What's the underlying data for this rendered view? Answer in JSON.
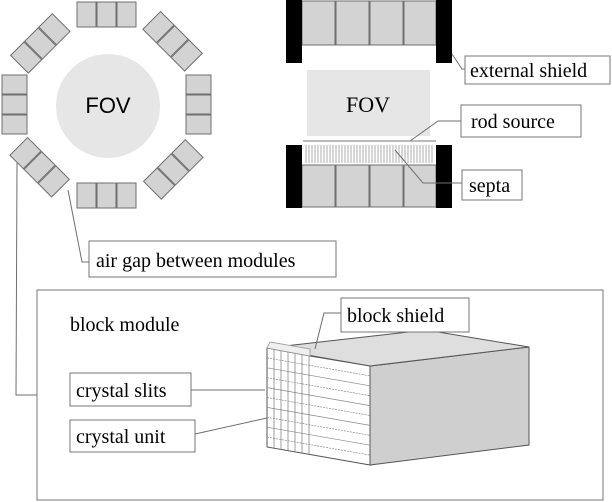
{
  "ring_view": {
    "fov_label": "FOV"
  },
  "side_view": {
    "fov_label": "FOV"
  },
  "labels": {
    "external_shield": "external shield",
    "rod_source": "rod source",
    "septa": "septa",
    "air_gap": "air gap between modules",
    "block_module_title": "block module",
    "block_shield": "block shield",
    "crystal_slits": "crystal slits",
    "crystal_unit": "crystal unit"
  },
  "colors": {
    "module_fill": "#d3d3d3",
    "fov_fill": "#e6e6e6",
    "shield_fill": "#000000",
    "outline": "#6f6f6f"
  }
}
